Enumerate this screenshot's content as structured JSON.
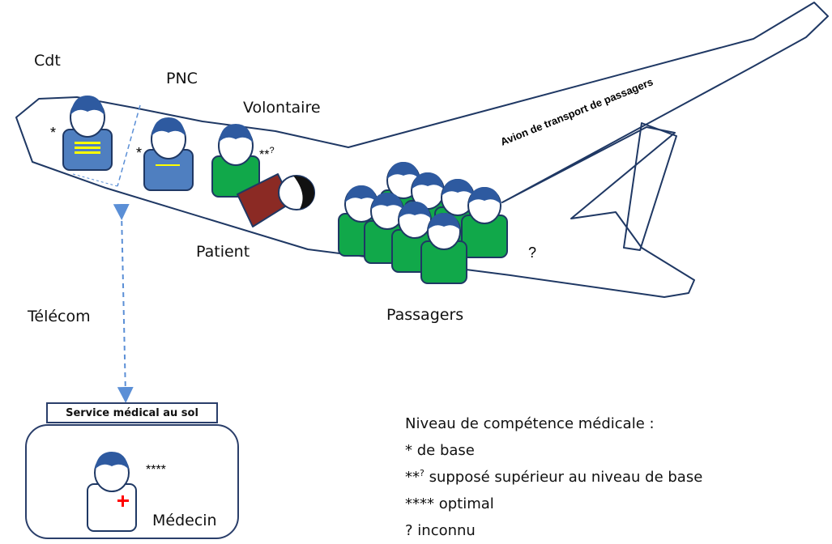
{
  "labels": {
    "cdt": "Cdt",
    "pnc": "PNC",
    "volontaire": "Volontaire",
    "patient": "Patient",
    "passagers": "Passagers",
    "telecom": "Télécom",
    "plane_name": "Avion de transport de passagers",
    "medecin": "Médecin",
    "service": "Service médical au sol"
  },
  "marks": {
    "cdt": "*",
    "pnc": "*",
    "volontaire_main": "**",
    "volontaire_sup": "?",
    "passagers": "?",
    "medecin": "****"
  },
  "legend": {
    "title": "Niveau de compétence médicale :",
    "items": [
      {
        "sym": "*",
        "sup": "",
        "text": "de base"
      },
      {
        "sym": "**",
        "sup": "?",
        "text": "supposé supérieur au niveau de base"
      },
      {
        "sym": "****",
        "sup": "",
        "text": "optimal"
      },
      {
        "sym": "?",
        "sup": "",
        "text": "inconnu"
      }
    ]
  },
  "colors": {
    "outline": "#1f3864",
    "crew_blue": "#4f7fc0",
    "volunteer_green": "#11a84a",
    "patient_red": "#8b2a24",
    "stripe_yellow": "#ffff00",
    "cross_red": "#ff0000",
    "arrow_blue": "#5b8fd6"
  }
}
